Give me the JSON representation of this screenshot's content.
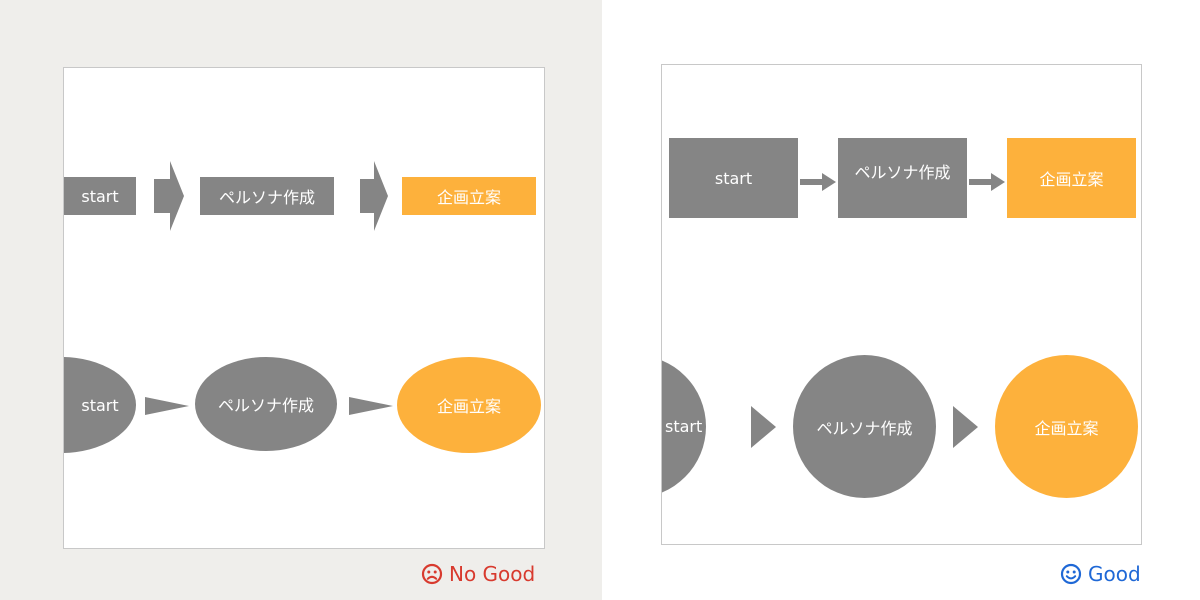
{
  "colors": {
    "node_gray": "#858585",
    "node_orange": "#fdb13c",
    "bad": "#d83a2e",
    "good": "#1f68d6"
  },
  "bad_example": {
    "rect_row": {
      "nodes": [
        "start",
        "ペルソナ作成",
        "企画立案"
      ]
    },
    "oval_row": {
      "nodes": [
        "start",
        "ペルソナ作成",
        "企画立案"
      ]
    },
    "label": "No Good",
    "icon": "sad-face-icon"
  },
  "good_example": {
    "rect_row": {
      "nodes": [
        "start",
        "ペルソナ作成",
        "企画立案"
      ]
    },
    "circle_row": {
      "nodes": [
        "start",
        "ペルソナ作成",
        "企画立案"
      ]
    },
    "label": "Good",
    "icon": "smile-face-icon"
  }
}
